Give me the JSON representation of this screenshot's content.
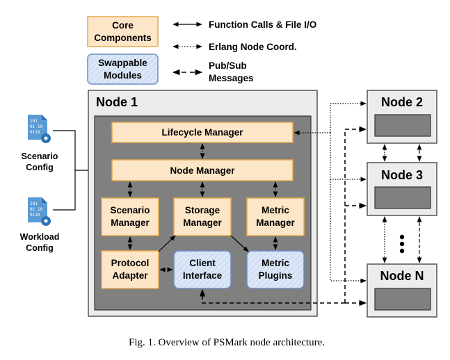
{
  "colors": {
    "core_fill": "#fde6c8",
    "core_stroke": "#e8a84a",
    "swap_fill": "#dbe6f7",
    "swap_stroke": "#6c8ebf",
    "node_fill": "#ececec",
    "node_inner": "#808080"
  },
  "legend": {
    "core": [
      "Core",
      "Components"
    ],
    "swappable": [
      "Swappable",
      "Modules"
    ],
    "function_calls": "Function Calls & File I/O",
    "erlang": "Erlang Node Coord.",
    "pubsub": [
      "Pub/Sub",
      "Messages"
    ]
  },
  "configs": {
    "scenario": [
      "Scenario",
      "Config"
    ],
    "workload": [
      "Workload",
      "Config"
    ],
    "file_icon": "binary-file-gear-icon"
  },
  "node1": {
    "title": "Node 1",
    "lifecycle": "Lifecycle Manager",
    "node_manager": "Node Manager",
    "scenario_manager": [
      "Scenario",
      "Manager"
    ],
    "storage_manager": [
      "Storage",
      "Manager"
    ],
    "metric_manager": [
      "Metric",
      "Manager"
    ],
    "protocol_adapter": [
      "Protocol",
      "Adapter"
    ],
    "client_interface": [
      "Client",
      "Interface"
    ],
    "metric_plugins": [
      "Metric",
      "Plugins"
    ]
  },
  "other_nodes": {
    "node2": "Node 2",
    "node3": "Node 3",
    "nodeN": "Node N",
    "ellipsis": "vertical-ellipsis"
  },
  "caption": "Fig. 1.  Overview of PSMark node architecture."
}
